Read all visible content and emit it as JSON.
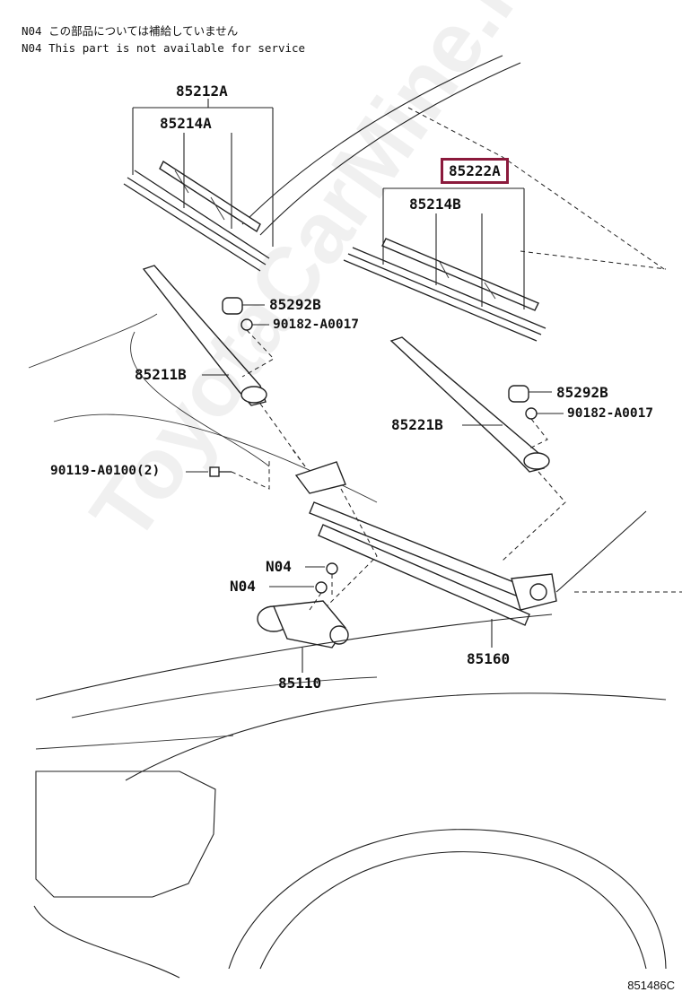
{
  "notes": [
    "N04 この部品については補給していません",
    "N04 This part is not available for service"
  ],
  "watermark": "ToyotaCarMine.ru",
  "diagram_id": "851486C",
  "highlight_color": "#8b1a3c",
  "parts": {
    "blade_left": "85212A",
    "rubber_left": "85214A",
    "blade_right": "85222A",
    "rubber_right": "85214B",
    "cap_left": "85292B",
    "nut_left": "90182-A0017",
    "arm_left": "85211B",
    "cap_right": "85292B",
    "nut_right": "90182-A0017",
    "arm_right": "85221B",
    "bolt": "90119-A0100(2)",
    "n04_upper": "N04",
    "n04_lower": "N04",
    "linkage": "85160",
    "motor": "85110"
  }
}
